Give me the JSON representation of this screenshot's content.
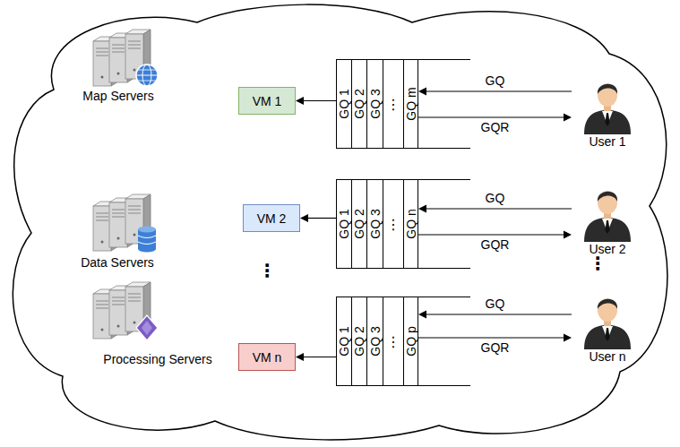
{
  "diagram": {
    "nodes": [
      {
        "text": [
          "VM 1"
        ]
      },
      {
        "text": [
          "GQ 1"
        ]
      },
      {
        "text": [
          "GQ 2"
        ]
      },
      {
        "text": [
          "GQ 3"
        ]
      },
      {
        "text": [
          "⋮"
        ]
      },
      {
        "text": [
          "GQ m"
        ]
      },
      {
        "text": [
          "User 1"
        ]
      },
      {
        "text": [
          "VM 2"
        ]
      },
      {
        "text": [
          "GQ 1"
        ]
      },
      {
        "text": [
          "GQ 2"
        ]
      },
      {
        "text": [
          "GQ 3"
        ]
      },
      {
        "text": [
          "⋮"
        ]
      },
      {
        "text": [
          "GQ n"
        ]
      },
      {
        "text": [
          "User 2"
        ]
      },
      {
        "text": [
          "VM n"
        ]
      },
      {
        "text": [
          "GQ 1"
        ]
      },
      {
        "text": [
          "GQ 2"
        ]
      },
      {
        "text": [
          "GQ 3"
        ]
      },
      {
        "text": [
          "⋮"
        ]
      },
      {
        "text": [
          "GQ p"
        ]
      },
      {
        "text": [
          "User n"
        ]
      }
    ],
    "edges": [
      {
        "from": 1,
        "to": 0,
        "arrow": "to"
      },
      {
        "from": 6,
        "to": 5,
        "label": "GQ",
        "arrow": "to"
      },
      {
        "from": 5,
        "to": 6,
        "label": "GQR",
        "arrow": "to"
      },
      {
        "from": 8,
        "to": 7,
        "arrow": "to"
      },
      {
        "from": 13,
        "to": 12,
        "label": "GQ",
        "arrow": "to"
      },
      {
        "from": 12,
        "to": 13,
        "label": "GQR",
        "arrow": "to"
      },
      {
        "from": 15,
        "to": 14,
        "arrow": "to"
      },
      {
        "from": 20,
        "to": 19,
        "label": "GQ",
        "arrow": "to"
      },
      {
        "from": 19,
        "to": 20,
        "label": "GQR",
        "arrow": "to"
      }
    ],
    "labels": [
      "Map Servers",
      "Data Servers",
      "Processing Servers",
      "⋮",
      "⋮"
    ]
  }
}
